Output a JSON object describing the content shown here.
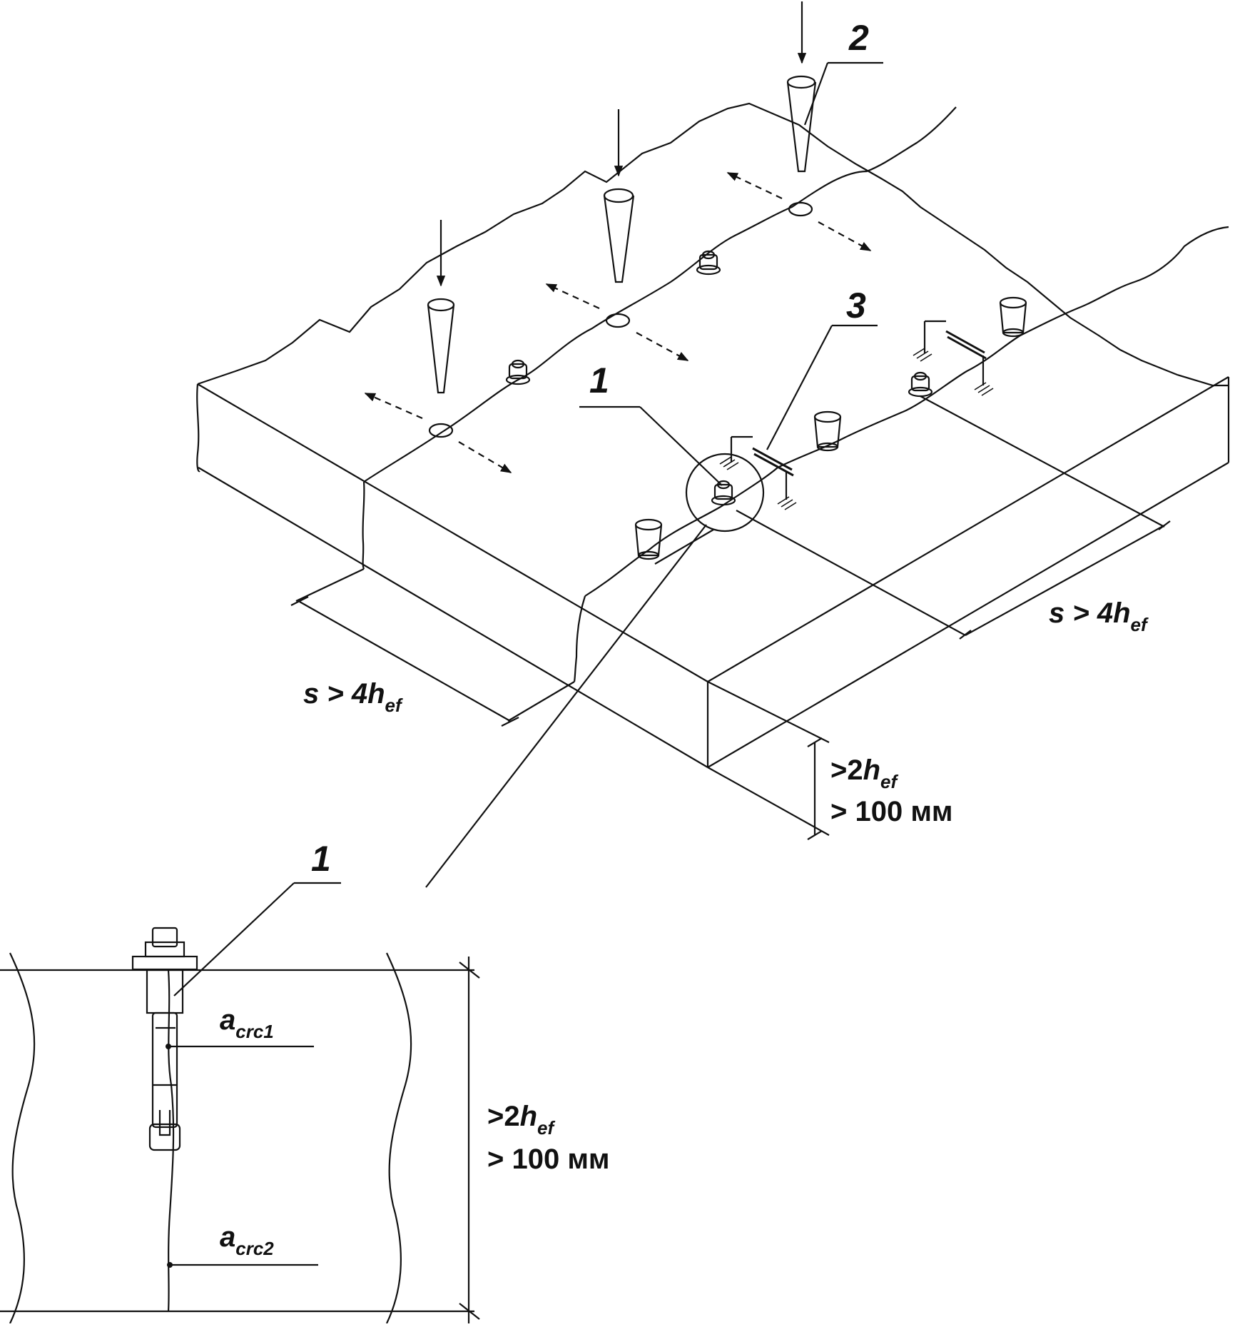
{
  "labels": {
    "anchor_top": "1",
    "cone_wedge": "2",
    "crack_gauge": "3",
    "anchor_detail": "1"
  },
  "dimensions": {
    "spacing_left": {
      "prefix": "s > 4",
      "var": "h",
      "sub": "ef"
    },
    "spacing_right": {
      "prefix": "s > 4",
      "var": "h",
      "sub": "ef"
    },
    "thickness_top": {
      "line1_prefix": ">2",
      "line1_var": "h",
      "line1_sub": "ef",
      "line2": "> 100 мм"
    },
    "thickness_detail": {
      "line1_prefix": ">2",
      "line1_var": "h",
      "line1_sub": "ef",
      "line2": "> 100 мм"
    }
  },
  "crack_widths": {
    "a1": {
      "var": "a",
      "sub": "crc1"
    },
    "a2": {
      "var": "a",
      "sub": "crc2"
    }
  }
}
